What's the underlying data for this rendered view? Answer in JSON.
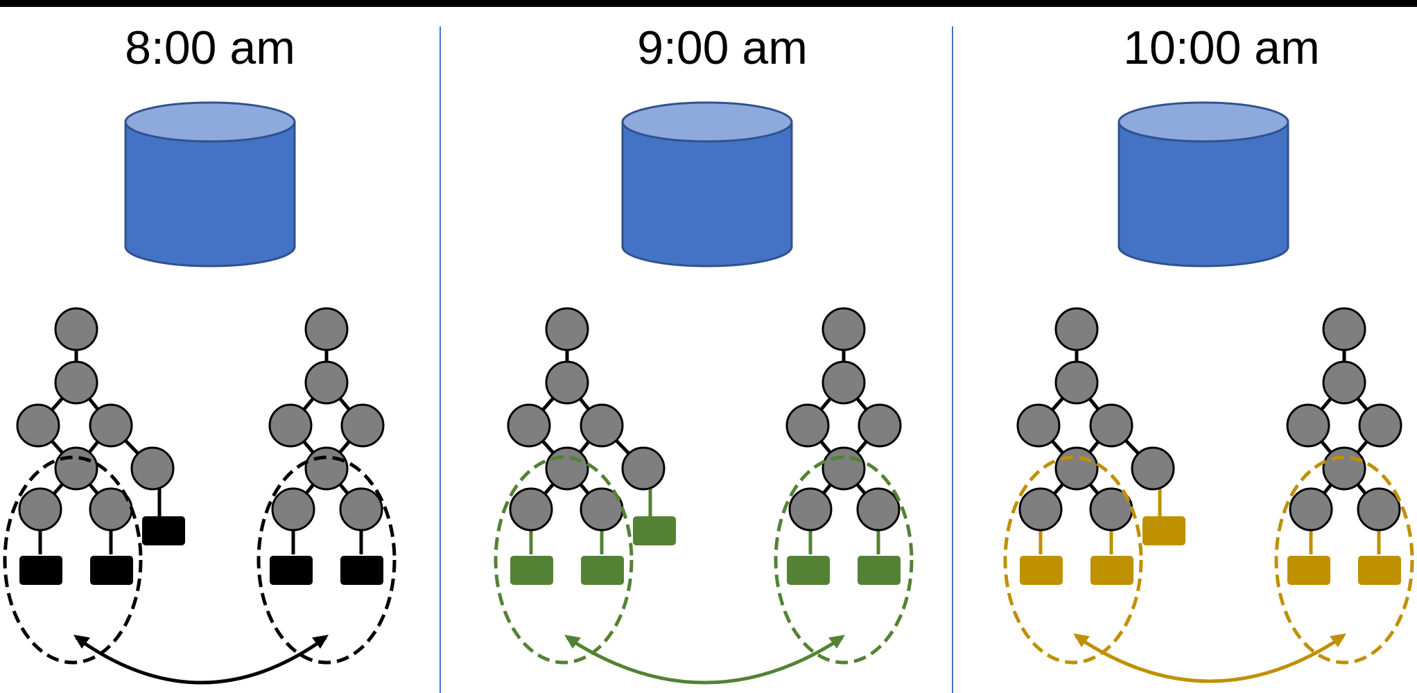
{
  "panels": [
    {
      "time": "8:00 am",
      "accent": "#000000"
    },
    {
      "time": "9:00 am",
      "accent": "#548235"
    },
    {
      "time": "10:00 am",
      "accent": "#BF9000"
    }
  ],
  "colors": {
    "top_border": "#000000",
    "divider": "#4472C4",
    "db_body": "#4472C4",
    "db_top": "#8EA9DB",
    "db_outline": "#2F528F",
    "node_fill": "#7F7F7F",
    "node_stroke": "#000000",
    "edge": "#000000"
  },
  "icons": {
    "database": "database-cylinder-icon",
    "tree": "tree-graph-icon",
    "leaf": "leaf-rect-icon",
    "cluster": "dashed-ellipse-cluster",
    "link": "double-arrow-link"
  }
}
